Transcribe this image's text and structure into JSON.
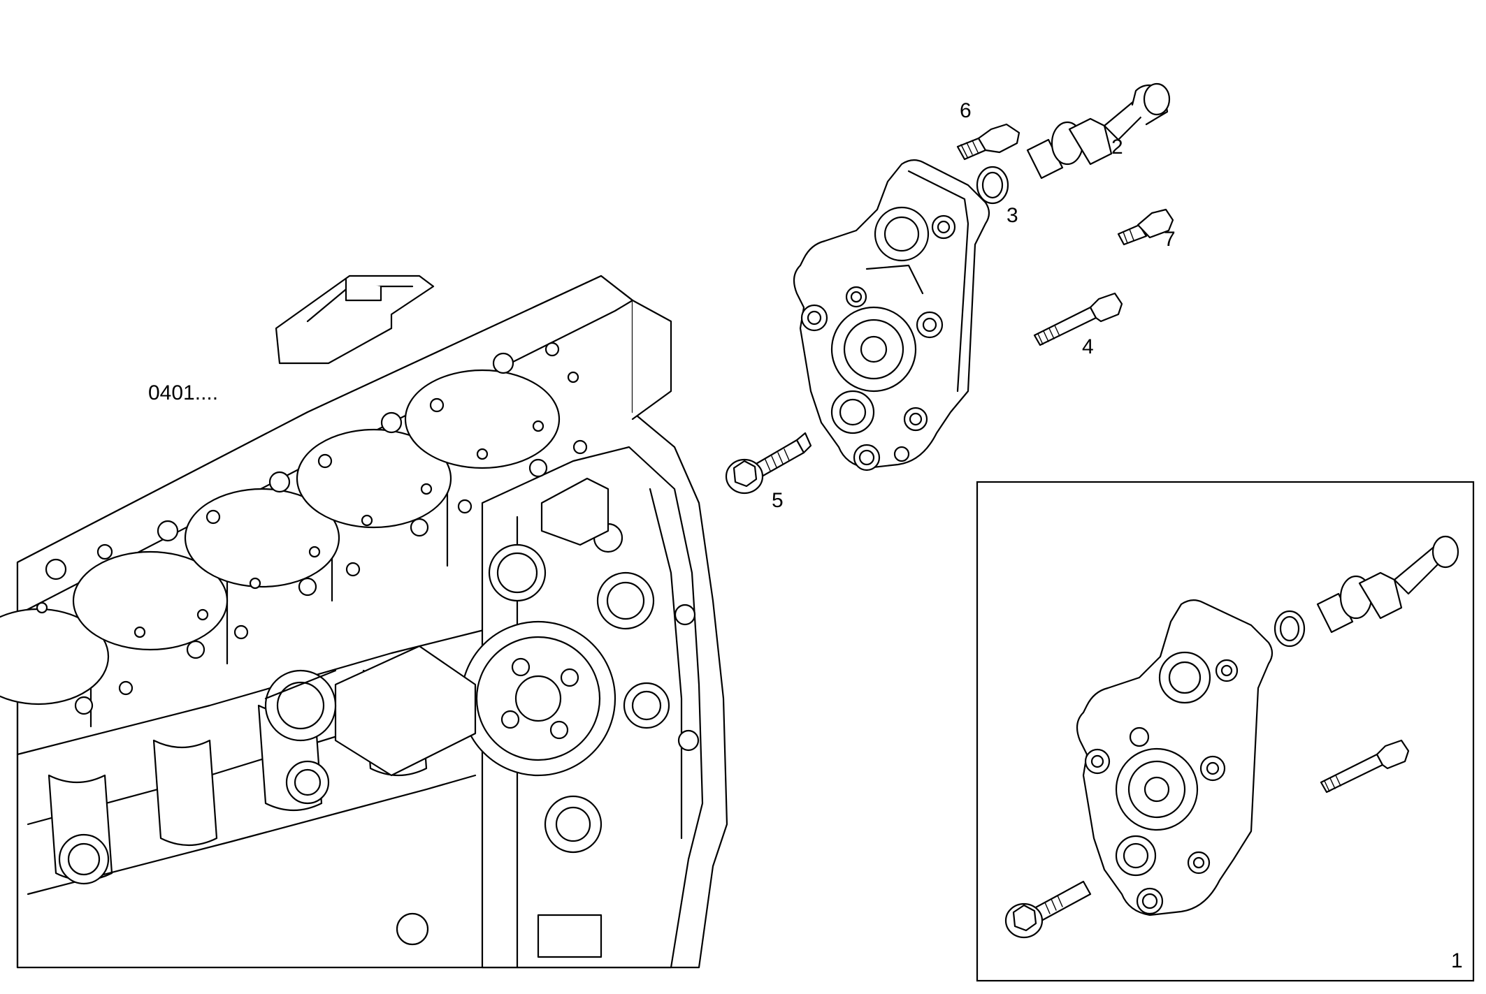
{
  "group_reference": "0401....",
  "callouts": [
    {
      "id": "6",
      "part": "bolt-small-top"
    },
    {
      "id": "2",
      "part": "pipe-fitting"
    },
    {
      "id": "3",
      "part": "o-ring"
    },
    {
      "id": "7",
      "part": "bolt-short"
    },
    {
      "id": "4",
      "part": "bolt-long"
    },
    {
      "id": "5",
      "part": "flange-bolt"
    }
  ],
  "inset": {
    "label": "1"
  },
  "colors": {
    "line": "#000000",
    "background": "#ffffff"
  }
}
